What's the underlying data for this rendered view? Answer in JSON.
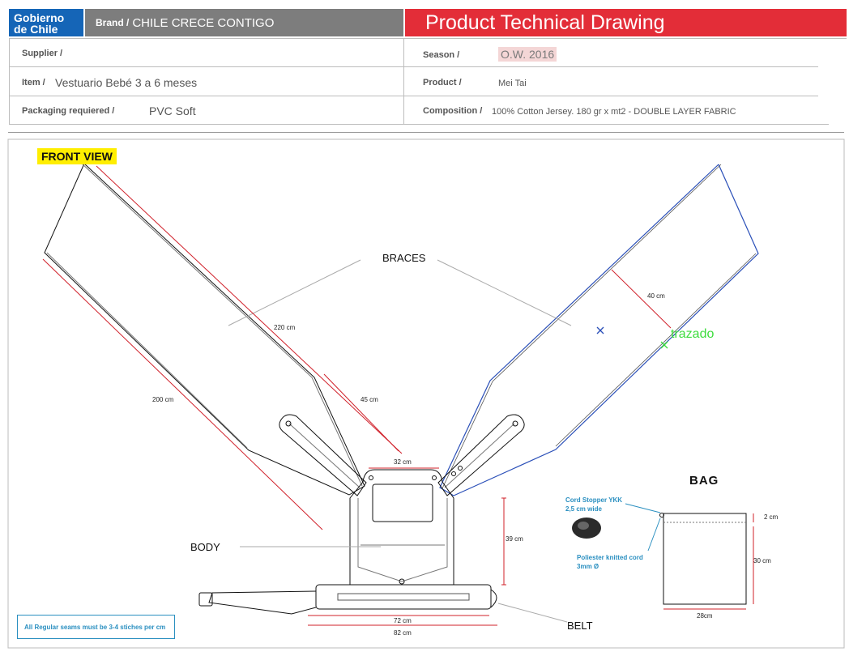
{
  "header": {
    "logo_line1": "Gobierno",
    "logo_line2": "de Chile",
    "brand_label": "Brand /",
    "brand_value": "CHILE CRECE CONTIGO",
    "title": "Product Technical Drawing"
  },
  "fields": {
    "supplier_label": "Supplier /",
    "supplier_value": "",
    "season_label": "Season /",
    "season_value": "O.W. 2016",
    "item_label": "Item /",
    "item_value": "Vestuario Bebé 3 a 6 meses",
    "product_label": "Product /",
    "product_value": "Mei Tai",
    "packaging_label": "Packaging requiered /",
    "packaging_value": "PVC Soft",
    "composition_label": "Composition /",
    "composition_value": "100% Cotton Jersey. 180 gr x mt2 - DOUBLE LAYER FABRIC"
  },
  "drawing": {
    "front_view": "FRONT VIEW",
    "braces": "BRACES",
    "body": "BODY",
    "belt": "BELT",
    "bag": "BAG",
    "trazado": "trazado",
    "dims": {
      "d220": "220 cm",
      "d200": "200 cm",
      "d45": "45 cm",
      "d40": "40 cm",
      "d32": "32 cm",
      "d39": "39 cm",
      "d72": "72 cm",
      "d82": "82 cm",
      "d2": "2 cm",
      "d30": "30 cm",
      "d28": "28cm"
    },
    "cord_stopper_line1": "Cord Stopper YKK",
    "cord_stopper_line2": "2,5 cm wide",
    "cord_line1": "Poliester knitted cord",
    "cord_line2": "3mm Ø",
    "seams_note": "All Regular seams must be 3-4 stiches per cm"
  },
  "colors": {
    "brand_blue": "#1565b7",
    "title_red": "#e32d38",
    "dimension_red": "#d0202a",
    "selection_blue": "#2a4fb8",
    "note_cyan": "#2a8fc0"
  }
}
